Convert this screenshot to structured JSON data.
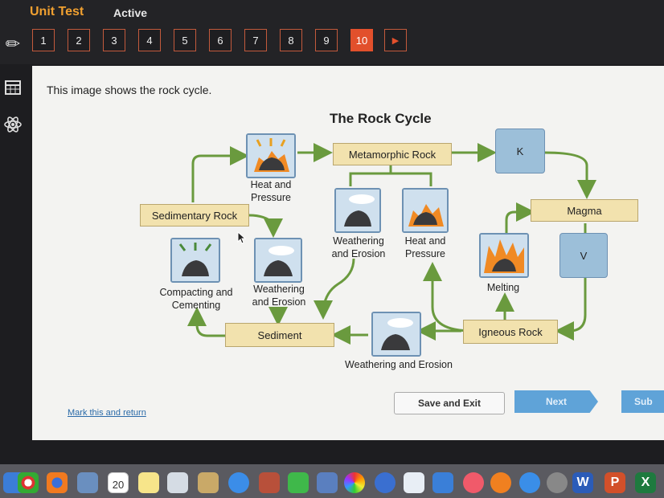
{
  "header": {
    "title": "Unit Test",
    "status": "Active",
    "questions": [
      "1",
      "2",
      "3",
      "4",
      "5",
      "6",
      "7",
      "8",
      "9",
      "10"
    ],
    "active_question": "10"
  },
  "question": {
    "prompt": "This image shows the rock cycle."
  },
  "diagram": {
    "title": "The Rock Cycle",
    "nodes": {
      "metamorphic": "Metamorphic Rock",
      "k": "K",
      "magma": "Magma",
      "v": "V",
      "sedimentary": "Sedimentary Rock",
      "sediment": "Sediment",
      "igneous": "Igneous Rock"
    },
    "captions": {
      "heat_pressure_top": "Heat and Pressure",
      "weathering_center": "Weathering and Erosion",
      "heat_pressure_center": "Heat and Pressure",
      "compacting": "Compacting and Cementing",
      "weathering_left": "Weathering and Erosion",
      "melting": "Melting",
      "weathering_bottom": "Weathering and Erosion"
    }
  },
  "footer": {
    "mark_return": "Mark this and return",
    "save_exit": "Save and Exit",
    "next": "Next",
    "submit": "Sub"
  },
  "dock": {
    "calendar_day": "20"
  },
  "colors": {
    "accent_orange": "#e2502c",
    "title_orange": "#f0a030",
    "arrow_green": "#6a9a3e",
    "node_tan": "#f2e2ae",
    "node_blue": "#9cbfd9"
  }
}
